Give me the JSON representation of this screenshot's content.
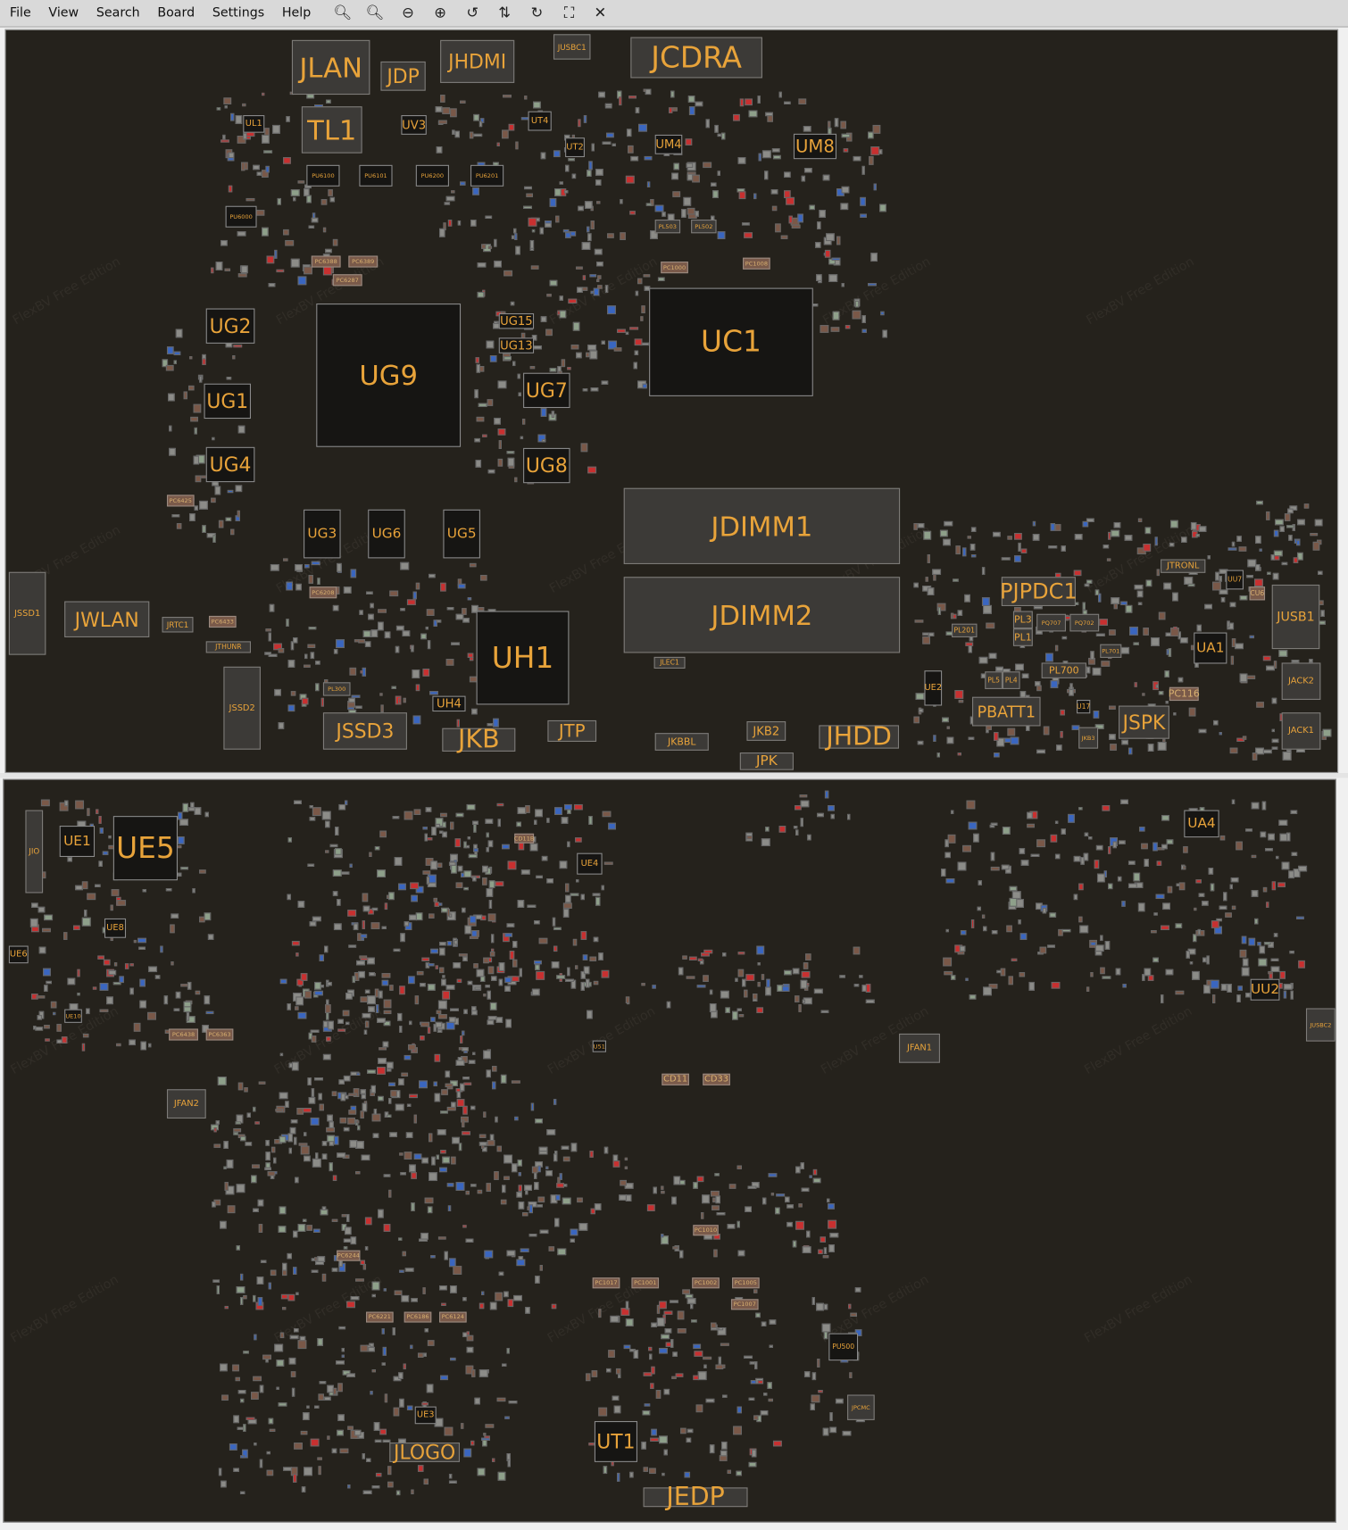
{
  "menu": [
    "File",
    "View",
    "Search",
    "Board",
    "Settings",
    "Help"
  ],
  "toolbar": [
    {
      "icon": "zoom-out-icon",
      "glyph": "🔍︎"
    },
    {
      "icon": "zoom-in-icon",
      "glyph": "🔍︎"
    },
    {
      "icon": "zoom-minus-icon",
      "glyph": "⊖"
    },
    {
      "icon": "zoom-plus-icon",
      "glyph": "⊕"
    },
    {
      "icon": "rotate-ccw-icon",
      "glyph": "↺"
    },
    {
      "icon": "flip-icon",
      "glyph": "⇅"
    },
    {
      "icon": "rotate-cw-icon",
      "glyph": "↻"
    },
    {
      "icon": "fit-screen-icon",
      "glyph": "⛶"
    },
    {
      "icon": "close-icon",
      "glyph": "✕"
    }
  ],
  "watermark": "FlexBV Free Edition",
  "colors": {
    "board": "#25221c",
    "label": "#e8a33a",
    "menubar": "#d9d9d9"
  },
  "top_components": [
    {
      "ref": "JLAN",
      "kind": "conn"
    },
    {
      "ref": "JDP",
      "kind": "conn"
    },
    {
      "ref": "JHDMI",
      "kind": "conn"
    },
    {
      "ref": "JUSBC1",
      "kind": "conn"
    },
    {
      "ref": "JCDRA",
      "kind": "conn"
    },
    {
      "ref": "TL1",
      "kind": "conn"
    },
    {
      "ref": "UL1",
      "kind": "chip"
    },
    {
      "ref": "UV3",
      "kind": "chip"
    },
    {
      "ref": "UT4",
      "kind": "chip"
    },
    {
      "ref": "UT2",
      "kind": "chip"
    },
    {
      "ref": "UM4",
      "kind": "chip"
    },
    {
      "ref": "UM8",
      "kind": "chip"
    },
    {
      "ref": "UG2",
      "kind": "chip"
    },
    {
      "ref": "UG9",
      "kind": "chip"
    },
    {
      "ref": "UG15",
      "kind": "chip"
    },
    {
      "ref": "UG13",
      "kind": "chip"
    },
    {
      "ref": "UC1",
      "kind": "chip"
    },
    {
      "ref": "UG7",
      "kind": "chip"
    },
    {
      "ref": "UG1",
      "kind": "chip"
    },
    {
      "ref": "UG4",
      "kind": "chip"
    },
    {
      "ref": "UG8",
      "kind": "chip"
    },
    {
      "ref": "UG3",
      "kind": "chip"
    },
    {
      "ref": "UG6",
      "kind": "chip"
    },
    {
      "ref": "UG5",
      "kind": "chip"
    },
    {
      "ref": "JDIMM1",
      "kind": "conn"
    },
    {
      "ref": "JDIMM2",
      "kind": "conn"
    },
    {
      "ref": "JSSD1",
      "kind": "conn"
    },
    {
      "ref": "JWLAN",
      "kind": "conn"
    },
    {
      "ref": "UH1",
      "kind": "chip"
    },
    {
      "ref": "JSSD2",
      "kind": "conn"
    },
    {
      "ref": "JSSD3",
      "kind": "conn"
    },
    {
      "ref": "UH4",
      "kind": "chip"
    },
    {
      "ref": "JKB",
      "kind": "conn"
    },
    {
      "ref": "JTP",
      "kind": "conn"
    },
    {
      "ref": "JKB2",
      "kind": "conn"
    },
    {
      "ref": "JHDD",
      "kind": "conn"
    },
    {
      "ref": "JKBBL",
      "kind": "conn"
    },
    {
      "ref": "JPK",
      "kind": "conn"
    },
    {
      "ref": "PJPDC1",
      "kind": "conn"
    },
    {
      "ref": "PBATT1",
      "kind": "conn"
    },
    {
      "ref": "JSPK",
      "kind": "conn"
    },
    {
      "ref": "UA1",
      "kind": "chip"
    },
    {
      "ref": "JUSB1",
      "kind": "conn"
    },
    {
      "ref": "JACK2",
      "kind": "conn"
    },
    {
      "ref": "JACK1",
      "kind": "conn"
    },
    {
      "ref": "UE2",
      "kind": "chip"
    },
    {
      "ref": "PL700",
      "kind": "conn"
    },
    {
      "ref": "JTRONL",
      "kind": "conn"
    },
    {
      "ref": "PL201",
      "kind": "conn"
    },
    {
      "ref": "PC116",
      "kind": "tag"
    },
    {
      "ref": "PL3",
      "kind": "conn"
    },
    {
      "ref": "PL1",
      "kind": "conn"
    },
    {
      "ref": "PL5",
      "kind": "conn"
    },
    {
      "ref": "PL4",
      "kind": "conn"
    },
    {
      "ref": "PQ707",
      "kind": "conn"
    },
    {
      "ref": "PQ702",
      "kind": "conn"
    },
    {
      "ref": "PL701",
      "kind": "conn"
    },
    {
      "ref": "UU7",
      "kind": "chip"
    },
    {
      "ref": "CU6",
      "kind": "tag"
    },
    {
      "ref": "U17",
      "kind": "chip"
    },
    {
      "ref": "JKB3",
      "kind": "conn"
    },
    {
      "ref": "PU6100",
      "kind": "chip"
    },
    {
      "ref": "PU6101",
      "kind": "chip"
    },
    {
      "ref": "PU6200",
      "kind": "chip"
    },
    {
      "ref": "PU6201",
      "kind": "chip"
    },
    {
      "ref": "PU6000",
      "kind": "chip"
    },
    {
      "ref": "PC6388",
      "kind": "tag"
    },
    {
      "ref": "PC6389",
      "kind": "tag"
    },
    {
      "ref": "PC6287",
      "kind": "tag"
    },
    {
      "ref": "PL503",
      "kind": "conn"
    },
    {
      "ref": "PL502",
      "kind": "conn"
    },
    {
      "ref": "PC1000",
      "kind": "tag"
    },
    {
      "ref": "PC1008",
      "kind": "tag"
    },
    {
      "ref": "PC6425",
      "kind": "tag"
    },
    {
      "ref": "PC6433",
      "kind": "tag"
    },
    {
      "ref": "PL300",
      "kind": "conn"
    },
    {
      "ref": "JRTC1",
      "kind": "conn"
    },
    {
      "ref": "PC6208",
      "kind": "tag"
    },
    {
      "ref": "JTHUNR",
      "kind": "conn"
    },
    {
      "ref": "JLEC1",
      "kind": "conn"
    }
  ],
  "bottom_components": [
    {
      "ref": "JIO",
      "kind": "conn"
    },
    {
      "ref": "UE1",
      "kind": "chip"
    },
    {
      "ref": "UE5",
      "kind": "chip"
    },
    {
      "ref": "UE8",
      "kind": "chip"
    },
    {
      "ref": "UE6",
      "kind": "chip"
    },
    {
      "ref": "UE10",
      "kind": "chip"
    },
    {
      "ref": "PC6438",
      "kind": "tag"
    },
    {
      "ref": "PC6363",
      "kind": "tag"
    },
    {
      "ref": "JFAN2",
      "kind": "conn"
    },
    {
      "ref": "UE4",
      "kind": "chip"
    },
    {
      "ref": "U51",
      "kind": "chip"
    },
    {
      "ref": "CD11",
      "kind": "tag"
    },
    {
      "ref": "CD33",
      "kind": "tag"
    },
    {
      "ref": "JFAN1",
      "kind": "conn"
    },
    {
      "ref": "UA4",
      "kind": "chip"
    },
    {
      "ref": "UU2",
      "kind": "chip"
    },
    {
      "ref": "JUSBC2",
      "kind": "conn"
    },
    {
      "ref": "PU500",
      "kind": "chip"
    },
    {
      "ref": "JPCMC",
      "kind": "conn"
    },
    {
      "ref": "UE3",
      "kind": "chip"
    },
    {
      "ref": "JLOGO",
      "kind": "conn"
    },
    {
      "ref": "UT1",
      "kind": "chip"
    },
    {
      "ref": "JEDP",
      "kind": "conn"
    },
    {
      "ref": "PC6221",
      "kind": "tag"
    },
    {
      "ref": "PC6186",
      "kind": "tag"
    },
    {
      "ref": "PC6124",
      "kind": "tag"
    },
    {
      "ref": "PC1017",
      "kind": "tag"
    },
    {
      "ref": "PC1001",
      "kind": "tag"
    },
    {
      "ref": "PC1002",
      "kind": "tag"
    },
    {
      "ref": "PC1005",
      "kind": "tag"
    },
    {
      "ref": "PC1007",
      "kind": "tag"
    },
    {
      "ref": "CD11B",
      "kind": "tag"
    },
    {
      "ref": "PC6244",
      "kind": "tag"
    },
    {
      "ref": "PC1010",
      "kind": "tag"
    }
  ]
}
